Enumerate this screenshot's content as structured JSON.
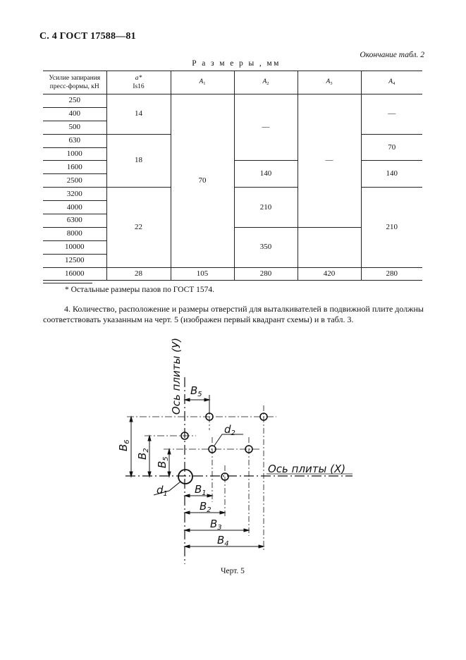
{
  "page_header": "С. 4 ГОСТ 17588—81",
  "table_continuation": "Окончание табл. 2",
  "table_caption": "Р а з м е р ы , мм",
  "table": {
    "headers": {
      "force_line1": "Усилие запирания",
      "force_line2": "пресс-формы, кН",
      "a_line1": "a*",
      "a_line2": "Is16",
      "A1": "A",
      "A1_sub": "1",
      "A2": "A",
      "A2_sub": "2",
      "A3": "A",
      "A3_sub": "3",
      "A4": "A",
      "A4_sub": "4"
    },
    "force_values": [
      "250",
      "400",
      "500",
      "630",
      "1000",
      "1600",
      "2500",
      "3200",
      "4000",
      "6300",
      "8000",
      "10000",
      "12500"
    ],
    "a_groups": [
      "14",
      "18",
      "22"
    ],
    "A1_group": "70",
    "A2_groups": [
      "—",
      "140",
      "210",
      "350"
    ],
    "A3_group": "—",
    "A4_groups": [
      "—",
      "70",
      "140",
      "210"
    ],
    "last_row": [
      "16000",
      "28",
      "105",
      "280",
      "420",
      "280"
    ]
  },
  "footnote": "* Остальные размеры пазов по ГОСТ 1574.",
  "paragraph": "4. Количество, расположение и размеры отверстий для выталкивателей в подвижной плите должны соответствовать указанным на черт. 5 (изображен первый квадрант схемы) и в табл. 3.",
  "figure": {
    "y_axis_label": "Ось плиты (У)",
    "x_axis_label": "Ось плиты (X)",
    "dims": {
      "B1": "B",
      "B1_sub": "1",
      "B2": "B",
      "B2_sub": "2",
      "B3": "B",
      "B3_sub": "3",
      "B4": "B",
      "B4_sub": "4",
      "B5": "B",
      "B5_sub": "5",
      "B6": "B",
      "B6_sub": "6",
      "d1": "d",
      "d1_sub": "1",
      "d2": "d",
      "d2_sub": "2",
      "B2v": "B",
      "B2v_sub": "2",
      "B5v": "B",
      "B5v_sub": "5"
    },
    "caption": "Черт. 5"
  }
}
